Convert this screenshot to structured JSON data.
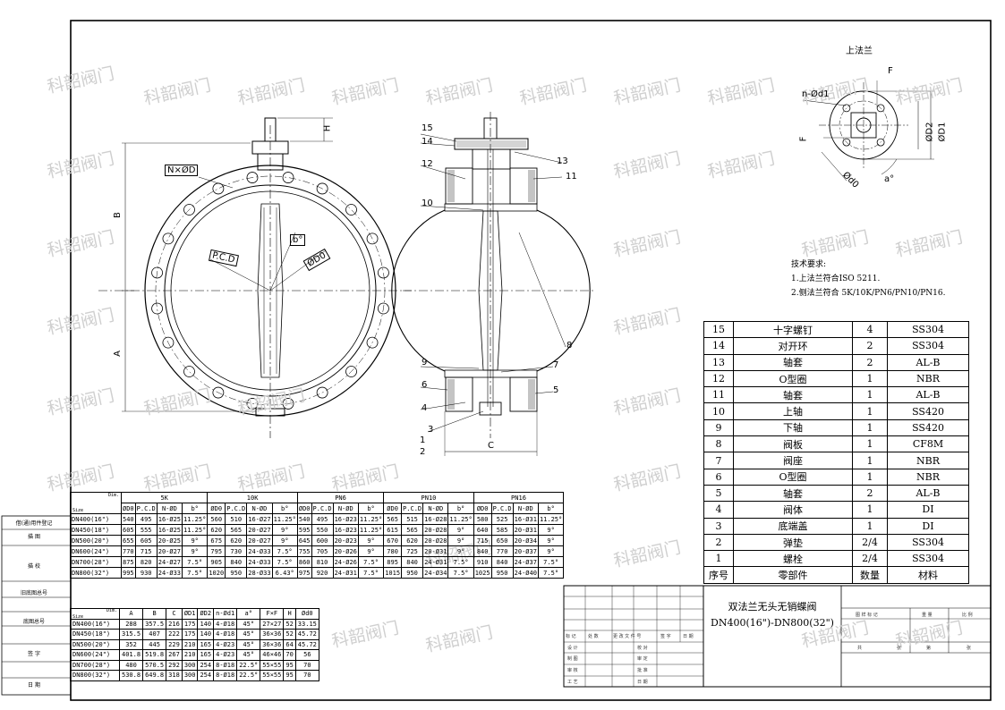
{
  "drawing": {
    "view_label_top_flange": "上法兰",
    "label_n_phi_d": "N×ØD",
    "label_b_deg": "b°",
    "label_pcd": "P.C.D",
    "label_phi_d0": "ØD0",
    "label_a": "A",
    "label_b": "B",
    "label_h": "H",
    "label_c": "C",
    "label_f": "F",
    "label_n_phi_d1": "n-Ød1",
    "label_phi_d2": "ØD2",
    "label_phi_d1": "ØD1",
    "label_phi_d0_small": "Ød0",
    "label_a_deg": "a°",
    "callouts": [
      "15",
      "14",
      "12",
      "13",
      "11",
      "10",
      "8",
      "9",
      "7",
      "6",
      "5",
      "4",
      "3",
      "1",
      "2"
    ]
  },
  "watermark": "科韶阀门",
  "tech_requirements": {
    "title": "技术要求:",
    "items": [
      "1.上法兰符合ISO 5211.",
      "2.侧法兰符合 5K/10K/PN6/PN10/PN16."
    ]
  },
  "side_labels": [
    "借(通)用件登记",
    "描  图",
    "描  校",
    "旧底图总号",
    "底图总号",
    "签  字",
    "日  期"
  ],
  "dim_table_1": {
    "corner_top": "Dim.",
    "corner_bottom": "Size",
    "groups": [
      "5K",
      "10K",
      "PN6",
      "PN10",
      "PN16"
    ],
    "sub_headers": [
      "ØD0",
      "P.C.D",
      "N-ØD",
      "b°"
    ],
    "rows": [
      {
        "size": "DN400(16\")",
        "cells": [
          "540",
          "495",
          "16-Ø25",
          "11.25°",
          "560",
          "510",
          "16-Ø27",
          "11.25°",
          "540",
          "495",
          "16-Ø23",
          "11.25°",
          "565",
          "515",
          "16-Ø28",
          "11.25°",
          "580",
          "525",
          "16-Ø31",
          "11.25°"
        ]
      },
      {
        "size": "DN450(18\")",
        "cells": [
          "605",
          "555",
          "16-Ø25",
          "11.25°",
          "620",
          "565",
          "20-Ø27",
          "9°",
          "595",
          "550",
          "16-Ø23",
          "11.25°",
          "615",
          "565",
          "20-Ø28",
          "9°",
          "640",
          "585",
          "20-Ø31",
          "9°"
        ]
      },
      {
        "size": "DN500(20\")",
        "cells": [
          "655",
          "605",
          "20-Ø25",
          "9°",
          "675",
          "620",
          "20-Ø27",
          "9°",
          "645",
          "600",
          "20-Ø23",
          "9°",
          "670",
          "620",
          "20-Ø28",
          "9°",
          "715",
          "650",
          "20-Ø34",
          "9°"
        ]
      },
      {
        "size": "DN600(24\")",
        "cells": [
          "770",
          "715",
          "20-Ø27",
          "9°",
          "795",
          "730",
          "24-Ø33",
          "7.5°",
          "755",
          "705",
          "20-Ø26",
          "9°",
          "780",
          "725",
          "20-Ø31",
          "9°",
          "840",
          "770",
          "20-Ø37",
          "9°"
        ]
      },
      {
        "size": "DN700(28\")",
        "cells": [
          "875",
          "820",
          "24-Ø27",
          "7.5°",
          "905",
          "840",
          "24-Ø33",
          "7.5°",
          "860",
          "810",
          "24-Ø26",
          "7.5°",
          "895",
          "840",
          "24-Ø31",
          "7.5°",
          "910",
          "840",
          "24-Ø37",
          "7.5°"
        ]
      },
      {
        "size": "DN800(32\")",
        "cells": [
          "995",
          "930",
          "24-Ø33",
          "7.5°",
          "1020",
          "950",
          "28-Ø33",
          "6.43°",
          "975",
          "920",
          "24-Ø31",
          "7.5°",
          "1015",
          "950",
          "24-Ø34",
          "7.5°",
          "1025",
          "950",
          "24-Ø40",
          "7.5°"
        ]
      }
    ]
  },
  "dim_table_2": {
    "corner_top": "Dim.",
    "corner_bottom": "Size",
    "headers": [
      "A",
      "B",
      "C",
      "ØD1",
      "ØD2",
      "n-Ød1",
      "a°",
      "F×F",
      "H",
      "Ød0"
    ],
    "rows": [
      {
        "size": "DN400(16\")",
        "cells": [
          "288",
          "357.5",
          "216",
          "175",
          "140",
          "4-Ø18",
          "45°",
          "27×27",
          "52",
          "33.15"
        ]
      },
      {
        "size": "DN450(18\")",
        "cells": [
          "315.5",
          "407",
          "222",
          "175",
          "140",
          "4-Ø18",
          "45°",
          "36×36",
          "52",
          "45.72"
        ]
      },
      {
        "size": "DN500(20\")",
        "cells": [
          "352",
          "445",
          "229",
          "210",
          "165",
          "4-Ø23",
          "45°",
          "36×36",
          "64",
          "45.72"
        ]
      },
      {
        "size": "DN600(24\")",
        "cells": [
          "401.8",
          "519.8",
          "267",
          "210",
          "165",
          "4-Ø23",
          "45°",
          "46×46",
          "70",
          "56"
        ]
      },
      {
        "size": "DN700(28\")",
        "cells": [
          "480",
          "570.5",
          "292",
          "300",
          "254",
          "8-Ø18",
          "22.5°",
          "55×55",
          "95",
          "70"
        ]
      },
      {
        "size": "DN800(32\")",
        "cells": [
          "530.8",
          "649.8",
          "318",
          "300",
          "254",
          "8-Ø18",
          "22.5°",
          "55×55",
          "95",
          "70"
        ]
      }
    ]
  },
  "parts_list": {
    "rows": [
      {
        "no": "15",
        "name": "十字螺钉",
        "qty": "4",
        "material": "SS304"
      },
      {
        "no": "14",
        "name": "对开环",
        "qty": "2",
        "material": "SS304"
      },
      {
        "no": "13",
        "name": "轴套",
        "qty": "2",
        "material": "AL-B"
      },
      {
        "no": "12",
        "name": "O型圈",
        "qty": "1",
        "material": "NBR"
      },
      {
        "no": "11",
        "name": "轴套",
        "qty": "1",
        "material": "AL-B"
      },
      {
        "no": "10",
        "name": "上轴",
        "qty": "1",
        "material": "SS420"
      },
      {
        "no": "9",
        "name": "下轴",
        "qty": "1",
        "material": "SS420"
      },
      {
        "no": "8",
        "name": "阀板",
        "qty": "1",
        "material": "CF8M"
      },
      {
        "no": "7",
        "name": "阀座",
        "qty": "1",
        "material": "NBR"
      },
      {
        "no": "6",
        "name": "O型圈",
        "qty": "1",
        "material": "NBR"
      },
      {
        "no": "5",
        "name": "轴套",
        "qty": "2",
        "material": "AL-B"
      },
      {
        "no": "4",
        "name": "阀体",
        "qty": "1",
        "material": "DI"
      },
      {
        "no": "3",
        "name": "底端盖",
        "qty": "1",
        "material": "DI"
      },
      {
        "no": "2",
        "name": "弹垫",
        "qty": "2/4",
        "material": "SS304"
      },
      {
        "no": "1",
        "name": "螺栓",
        "qty": "2/4",
        "material": "SS304"
      }
    ],
    "header": {
      "no": "序号",
      "name": "零部件",
      "qty": "数量",
      "material": "材料"
    }
  },
  "title_block": {
    "title_line1": "双法兰无头无销蝶阀",
    "title_line2": "DN400(16\")-DN800(32\")",
    "labels_rev": [
      "标 记",
      "处 数",
      "更 改 文 件 号",
      "签 字",
      "日 期"
    ],
    "labels_left": [
      "设 计",
      "制 图",
      "审 核",
      "工 艺"
    ],
    "labels_mid": [
      "校 对",
      "审 定",
      "批 准",
      "日 期"
    ],
    "labels_right": [
      "图 样 标 记",
      "重 量",
      "比 例"
    ],
    "sheet_labels": [
      "共",
      "张",
      "第",
      "张"
    ]
  }
}
